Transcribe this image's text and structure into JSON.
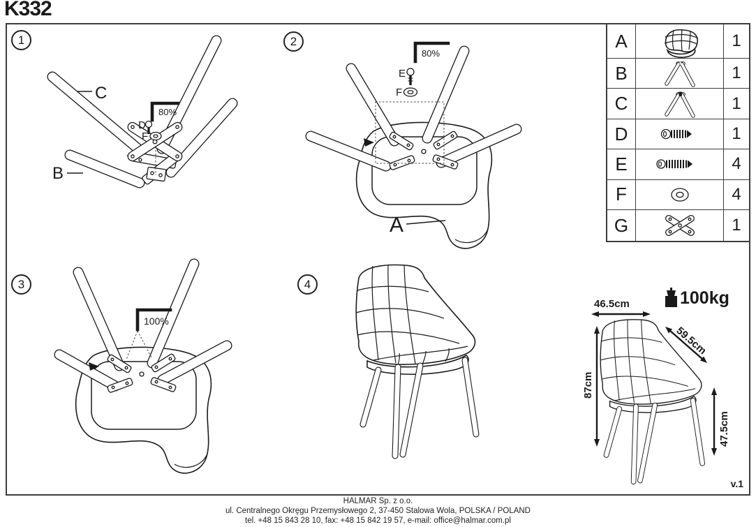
{
  "title": "K332",
  "version": "v.1",
  "steps": {
    "s1": {
      "num": "1",
      "tool": "80%",
      "label_c": "C",
      "label_b": "B",
      "label_d": "D",
      "label_f": "F"
    },
    "s2": {
      "num": "2",
      "tool": "80%",
      "label_e": "E",
      "label_f": "F",
      "label_a": "A"
    },
    "s3": {
      "num": "3",
      "tool": "100%"
    },
    "s4": {
      "num": "4"
    }
  },
  "parts_table": {
    "rows": [
      {
        "part": "A",
        "icon": "seat-shell",
        "qty": "1"
      },
      {
        "part": "B",
        "icon": "leg-frame",
        "qty": "1"
      },
      {
        "part": "C",
        "icon": "leg-frame-marked",
        "qty": "1"
      },
      {
        "part": "D",
        "icon": "screw-short",
        "qty": "1"
      },
      {
        "part": "E",
        "icon": "screw-long",
        "qty": "4"
      },
      {
        "part": "F",
        "icon": "washer",
        "qty": "4"
      },
      {
        "part": "G",
        "icon": "cross-bracket",
        "qty": "1"
      }
    ]
  },
  "dimensions": {
    "width": "46.5cm",
    "depth": "59.5cm",
    "height": "87cm",
    "seat_height": "47.5cm",
    "max_load": "100kg"
  },
  "footer": {
    "company": "HALMAR Sp. z o.o.",
    "address": "ul. Centralnego Okręgu Przemysłowego 2, 37-450 Stalowa Wola, POLSKA / POLAND",
    "contact": "tel. +48 15 843 28 10, fax: +48 15 842 19 57, e-mail: office@halmar.com.pl"
  }
}
